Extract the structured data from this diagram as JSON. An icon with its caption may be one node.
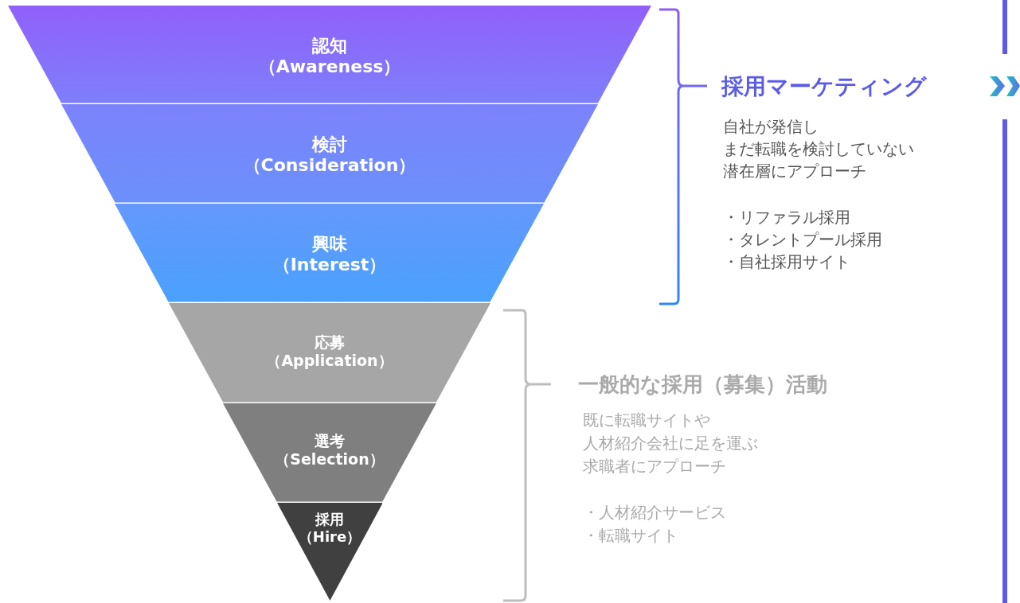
{
  "diagram": {
    "nodes": [
      {
        "text": [
          "認知",
          "（Awareness）"
        ]
      },
      {
        "text": [
          "検討",
          "（Consideration）"
        ]
      },
      {
        "text": [
          "興味",
          "（Interest）"
        ]
      },
      {
        "text": [
          "応募",
          "（Application）"
        ]
      },
      {
        "text": [
          "選考",
          "（Selection）"
        ]
      },
      {
        "text": [
          "採用",
          "（Hire）"
        ]
      }
    ],
    "edges": [],
    "labels": [
      "採用マーケティング",
      "自社が発信し",
      "まだ転職を検討していない",
      "潜在層にアプローチ",
      "・リファラル採用",
      "・タレントプール採用",
      "・自社採用サイト",
      "一般的な採用（募集）活動",
      "既に転職サイトや",
      "人材紹介会社に足を運ぶ",
      "求職者にアプローチ",
      "・人材紹介サービス",
      "・転職サイト"
    ]
  }
}
